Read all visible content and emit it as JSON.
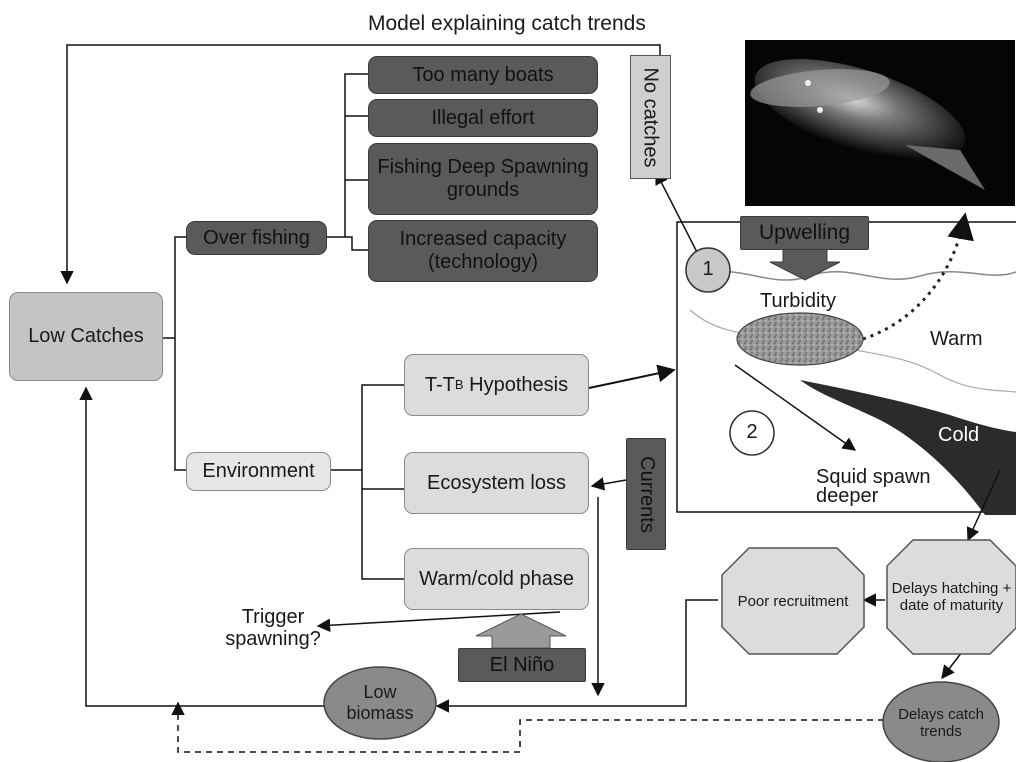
{
  "title": "Model explaining catch trends",
  "root": {
    "low_catches": "Low Catches"
  },
  "branches": {
    "over_fishing": "Over fishing",
    "environment": "Environment"
  },
  "over_fishing_causes": [
    "Too many boats",
    "Illegal effort",
    "Fishing Deep Spawning grounds",
    "Increased capacity (technology)"
  ],
  "environment_causes": {
    "hypothesis_prefix": "T-T",
    "hypothesis_sub": "B",
    "hypothesis_suffix": " Hypothesis",
    "ecosystem_loss": "Ecosystem loss",
    "warm_cold": "Warm/cold phase"
  },
  "drivers": {
    "currents": "Currents",
    "el_nino": "El Niño",
    "upwelling": "Upwelling",
    "no_catches": "No catches"
  },
  "trigger": "Trigger spawning?",
  "ocean": {
    "turbidity": "Turbidity",
    "warm": "Warm",
    "cold": "Cold",
    "squid_spawn": "Squid spawn deeper",
    "marker_1": "1",
    "marker_2": "2"
  },
  "outcomes": {
    "delays_hatching": "Delays hatching + date of maturity",
    "poor_recruitment": "Poor recruitment",
    "low_biomass": "Low biomass",
    "delays_catch": "Delays catch trends"
  },
  "colors": {
    "dark_box": "#5a5a5a",
    "light_box": "#dcdcdc",
    "ellipse": "#8a8a8a",
    "cold_layer": "#2b2b2b"
  },
  "icons": {
    "photo": "squid-photo",
    "upwelling_arrow": "down-arrow-icon",
    "el_nino_arrow": "up-arrow-icon"
  }
}
